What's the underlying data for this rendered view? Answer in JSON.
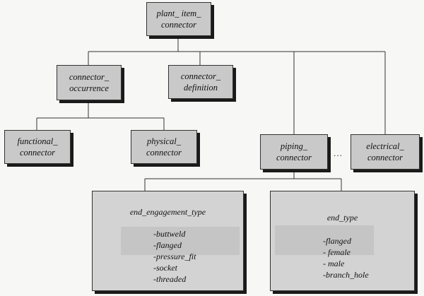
{
  "nodes": {
    "plant_item_connector": {
      "line1": "plant_ item_",
      "line2": "connector"
    },
    "connector_occurrence": {
      "line1": "connector_",
      "line2": "occurrence"
    },
    "connector_definition": {
      "line1": "connector_",
      "line2": "definition"
    },
    "functional_connector": {
      "line1": "functional_",
      "line2": "connector"
    },
    "physical_connector": {
      "line1": "physical_",
      "line2": "connector"
    },
    "piping_connector": {
      "line1": "piping_",
      "line2": "connector"
    },
    "electrical_connector": {
      "line1": "electrical_",
      "line2": "connector"
    }
  },
  "ellipsis": "...",
  "end_engagement_type": {
    "title": "end_engagement_type",
    "items": [
      "-buttweld",
      "-flanged",
      "-pressure_fit",
      "-socket",
      "-threaded"
    ]
  },
  "end_type": {
    "title": "end_type",
    "items": [
      "-flanged",
      "- female",
      "- male",
      "-branch_hole"
    ]
  }
}
